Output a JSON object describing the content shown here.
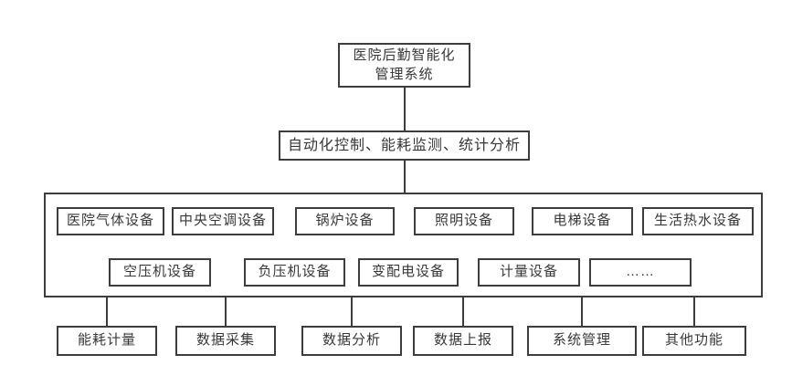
{
  "diagram": {
    "root": {
      "line1": "医院后勤智能化",
      "line2": "管理系统"
    },
    "middle": {
      "label": "自动化控制、能耗监测、统计分析"
    },
    "equipment_row1": [
      "医院气体设备",
      "中央空调设备",
      "锅炉设备",
      "照明设备",
      "电梯设备",
      "生活热水设备"
    ],
    "equipment_row2": [
      "空压机设备",
      "负压机设备",
      "变配电设备",
      "计量设备",
      "……"
    ],
    "functions": [
      "能耗计量",
      "数据采集",
      "数据分析",
      "数据上报",
      "系统管理",
      "其他功能"
    ]
  },
  "colors": {
    "line": "#3d3d3d",
    "text": "#383838",
    "background": "#ffffff"
  }
}
